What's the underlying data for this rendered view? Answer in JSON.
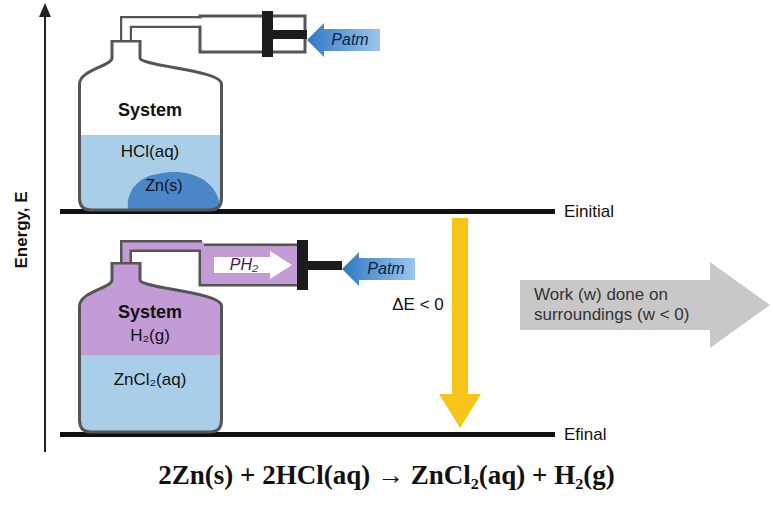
{
  "diagram": {
    "caption": "2Zn(s) + 2HCl(aq) → ZnCl₂(aq) + H₂(g)",
    "nodes": [
      {
        "text": [
          "System",
          "HCl(aq)",
          "Zn(s)"
        ]
      },
      {
        "text": [
          "System",
          "H₂(g)",
          "ZnCl₂(aq)"
        ]
      },
      {
        "text": [
          "Work (w) done on surroundings (w < 0)"
        ]
      }
    ],
    "labels": [
      "Energy, E",
      "Patm",
      "Einitial",
      "ΔE < 0",
      "PH₂",
      "Patm",
      "Efinal"
    ]
  }
}
